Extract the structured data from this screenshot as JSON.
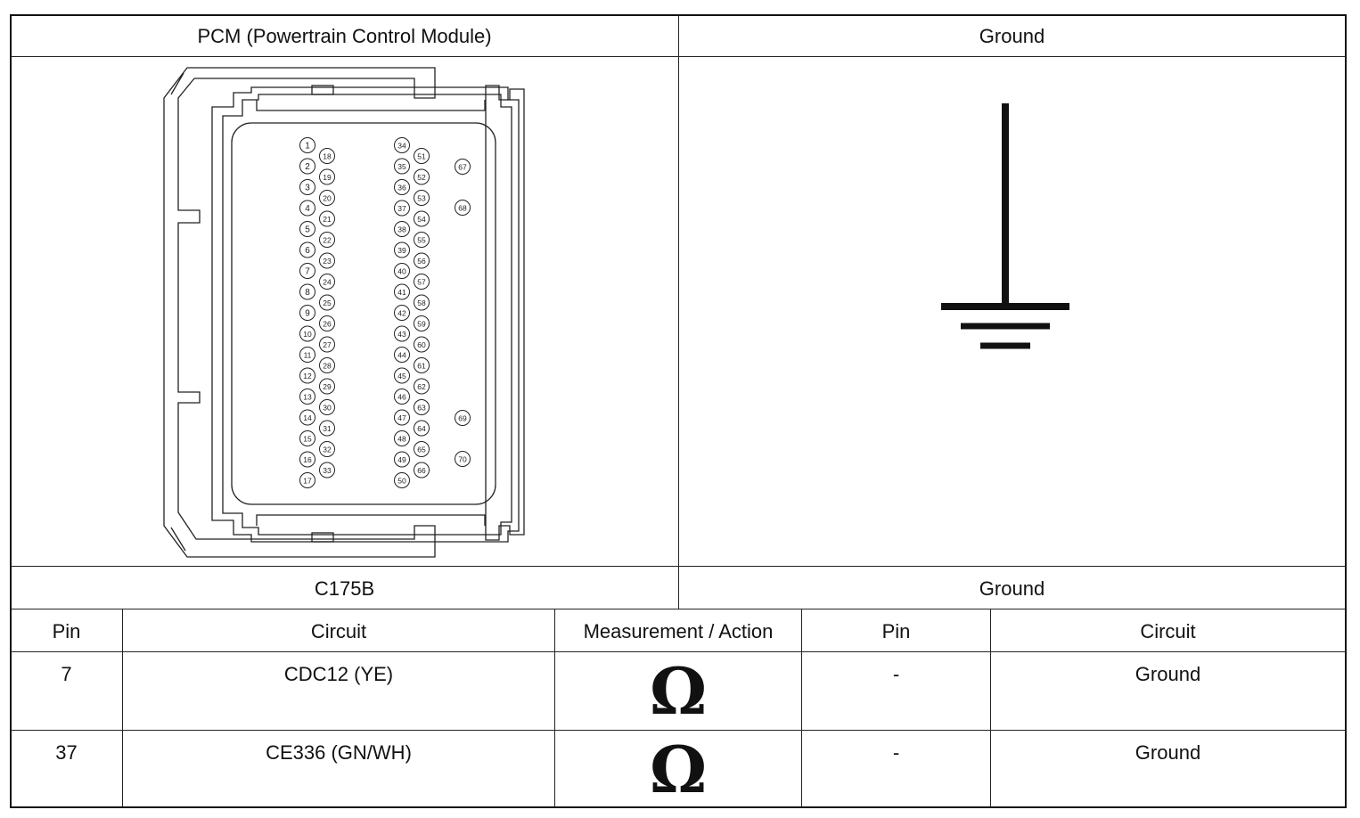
{
  "header": {
    "left": "PCM (Powertrain Control Module)",
    "right": "Ground"
  },
  "connector": {
    "name": "C175B",
    "pins_col1": [
      "1",
      "2",
      "3",
      "4",
      "5",
      "6",
      "7",
      "8",
      "9",
      "10",
      "11",
      "12",
      "13",
      "14",
      "15",
      "16",
      "17"
    ],
    "pins_col2": [
      "18",
      "19",
      "20",
      "21",
      "22",
      "23",
      "24",
      "25",
      "26",
      "27",
      "28",
      "29",
      "30",
      "31",
      "32",
      "33"
    ],
    "pins_col3": [
      "34",
      "35",
      "36",
      "37",
      "38",
      "39",
      "40",
      "41",
      "42",
      "43",
      "44",
      "45",
      "46",
      "47",
      "48",
      "49",
      "50"
    ],
    "pins_col4": [
      "51",
      "52",
      "53",
      "54",
      "55",
      "56",
      "57",
      "58",
      "59",
      "60",
      "61",
      "62",
      "63",
      "64",
      "65",
      "66"
    ],
    "pins_extra": [
      "67",
      "68",
      "69",
      "70"
    ]
  },
  "ground_label": "Ground",
  "table": {
    "headers": [
      "Pin",
      "Circuit",
      "Measurement / Action",
      "Pin",
      "Circuit"
    ],
    "rows": [
      {
        "pin": "7",
        "circuit": "CDC12 (YE)",
        "symbol": "Ω",
        "pin2": "-",
        "circuit2": "Ground"
      },
      {
        "pin": "37",
        "circuit": "CE336 (GN/WH)",
        "symbol": "Ω",
        "pin2": "-",
        "circuit2": "Ground"
      }
    ]
  }
}
